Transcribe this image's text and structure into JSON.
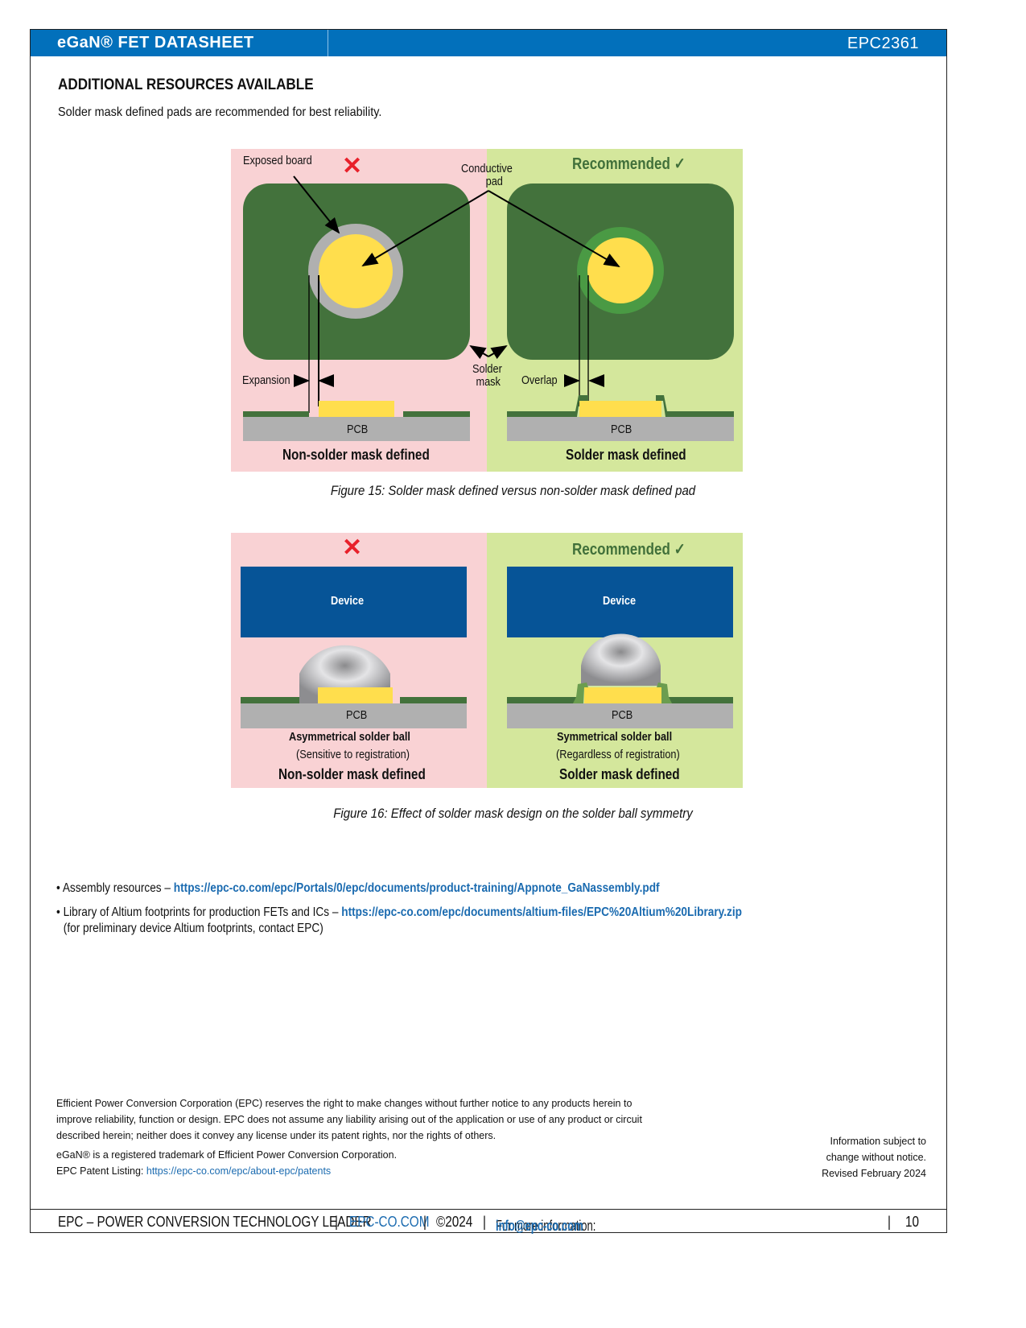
{
  "header": {
    "title": "eGaN® FET DATASHEET",
    "part_number": "EPC2361"
  },
  "section": {
    "title": "ADDITIONAL RESOURCES AVAILABLE",
    "intro": "Solder mask defined pads are recommended for best reliability."
  },
  "figure15": {
    "left": {
      "status_icon": "x-mark-icon",
      "exposed_board_label": "Exposed board",
      "expansion_label": "Expansion",
      "pcb_label": "PCB",
      "title": "Non-solder mask defined"
    },
    "right": {
      "recommended_label": "Recommended",
      "status_icon": "check-mark-icon",
      "overlap_label": "Overlap",
      "pcb_label": "PCB",
      "title": "Solder mask defined"
    },
    "conductive_pad_label_line1": "Conductive",
    "conductive_pad_label_line2": "pad",
    "solder_mask_label_line1": "Solder",
    "solder_mask_label_line2": "mask",
    "caption": "Figure 15:  Solder mask defined versus non-solder mask defined pad"
  },
  "figure16": {
    "left": {
      "status_icon": "x-mark-icon",
      "device_label": "Device",
      "pcb_label": "PCB",
      "subtitle": "Asymmetrical solder ball",
      "note": "(Sensitive to registration)",
      "title": "Non-solder mask defined"
    },
    "right": {
      "recommended_label": "Recommended",
      "status_icon": "check-mark-icon",
      "device_label": "Device",
      "pcb_label": "PCB",
      "subtitle": "Symmetrical solder ball",
      "note": "(Regardless of registration)",
      "title": "Solder mask defined"
    },
    "caption": "Figure 16:  Effect of solder mask design on the solder ball symmetry"
  },
  "resources": [
    {
      "text": "Assembly resources – ",
      "link": "https://epc-co.com/epc/Portals/0/epc/documents/product-training/Appnote_GaNassembly.pdf"
    },
    {
      "text": "Library of Altium footprints for production FETs and ICs – ",
      "link": "https://epc-co.com/epc/documents/altium-files/EPC%20Altium%20Library.zip",
      "note": "(for preliminary device Altium footprints, contact EPC)"
    }
  ],
  "disclaimer": {
    "lines": [
      "Efficient Power Conversion Corporation (EPC) reserves the right to make changes without further notice to any products herein to",
      "improve reliability, function or design. EPC does not assume any liability arising out of the application or use of any product or circuit",
      "described herein; neither does it convey any license under its patent rights, nor the rights of others."
    ],
    "trademark": "eGaN® is a registered trademark of Efficient Power Conversion Corporation.",
    "patent_label": "EPC Patent Listing: ",
    "patent_link": "https://epc-co.com/epc/about-epc/patents"
  },
  "notice": {
    "lines": [
      "Information subject to",
      "change without notice.",
      "Revised February 2024"
    ]
  },
  "footer": {
    "tagline": "EPC – POWER CONVERSION TECHNOLOGY LEADER",
    "website": "EPC-CO.COM",
    "copyright": "©2024",
    "info_label": "For more information: ",
    "email": "info@epc-co.com",
    "page_number": "10"
  }
}
